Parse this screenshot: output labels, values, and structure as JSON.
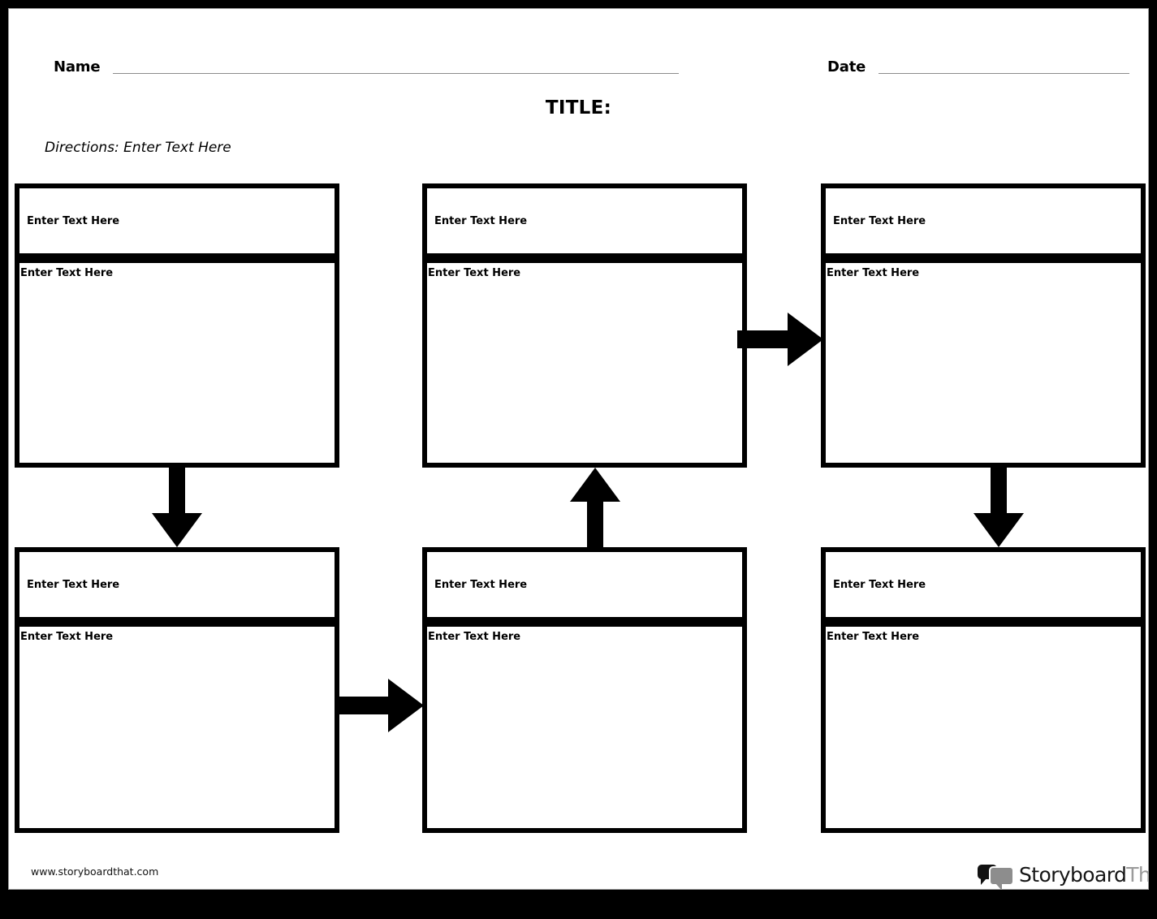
{
  "document": {
    "type": "flow-chart-worksheet",
    "page_background": "#ffffff",
    "border_color": "#000000",
    "ink_color": "#000000",
    "rule_color": "#8c8c8c"
  },
  "header": {
    "name_label": "Name",
    "date_label": "Date",
    "title": "TITLE:",
    "directions": "Directions: Enter Text Here"
  },
  "cells": [
    {
      "id": "cell-r1c1",
      "header_text": "Enter Text Here",
      "body_text": "Enter Text Here"
    },
    {
      "id": "cell-r1c2",
      "header_text": "Enter Text Here",
      "body_text": "Enter Text Here"
    },
    {
      "id": "cell-r1c3",
      "header_text": "Enter Text Here",
      "body_text": "Enter Text Here"
    },
    {
      "id": "cell-r2c1",
      "header_text": "Enter Text Here",
      "body_text": "Enter Text Here"
    },
    {
      "id": "cell-r2c2",
      "header_text": "Enter Text Here",
      "body_text": "Enter Text Here"
    },
    {
      "id": "cell-r2c3",
      "header_text": "Enter Text Here",
      "body_text": "Enter Text Here"
    }
  ],
  "arrows": [
    {
      "id": "arrow-col1-down",
      "direction": "down",
      "from": "cell-r1c1",
      "to": "cell-r2c1"
    },
    {
      "id": "arrow-row2-right",
      "direction": "right",
      "from": "cell-r2c1",
      "to": "cell-r2c2"
    },
    {
      "id": "arrow-col2-up",
      "direction": "up",
      "from": "cell-r2c2",
      "to": "cell-r1c2"
    },
    {
      "id": "arrow-row1-right",
      "direction": "right",
      "from": "cell-r1c2",
      "to": "cell-r1c3"
    },
    {
      "id": "arrow-col3-down",
      "direction": "down",
      "from": "cell-r1c3",
      "to": "cell-r2c3"
    }
  ],
  "footer": {
    "url": "www.storyboardthat.com",
    "brand_primary": "Storyboard",
    "brand_secondary": "That"
  }
}
